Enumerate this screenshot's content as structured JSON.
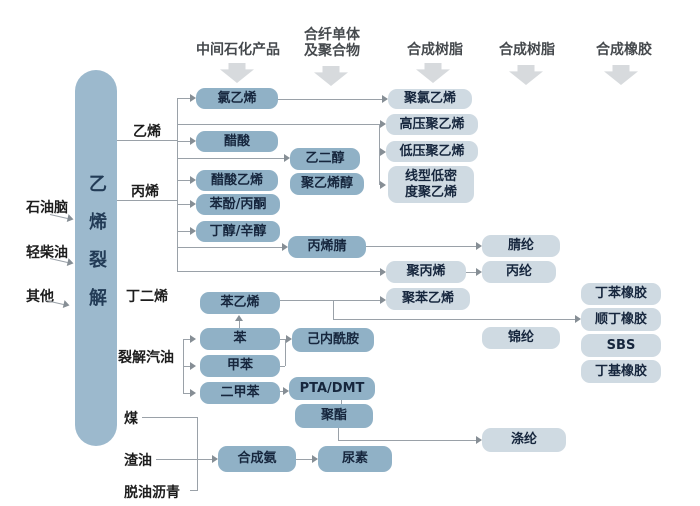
{
  "headers": {
    "h1": "中间石化产品",
    "h2": "合纤单体\n及聚合物",
    "h3": "合成树脂",
    "h4": "合成树脂",
    "h5": "合成橡胶"
  },
  "cracker_label": "乙烯裂解",
  "feeds": {
    "naphtha": "石油脑",
    "light_diesel": "轻柴油",
    "other": "其他",
    "coal": "煤",
    "residual_oil": "渣油",
    "deoiled_asphalt": "脱油沥青"
  },
  "branches": {
    "ethylene": "乙烯",
    "propylene": "丙烯",
    "butadiene": "丁二烯",
    "pygas": "裂解汽油"
  },
  "nodes": {
    "vcm": "氯乙烯",
    "acetic_acid": "醋酸",
    "vam": "醋酸乙烯",
    "phenol_acetone": "苯酚/丙酮",
    "butanol_octanol": "丁醇/辛醇",
    "styrene": "苯乙烯",
    "benzene": "苯",
    "toluene": "甲苯",
    "xylene": "二甲苯",
    "syn_ammonia": "合成氨",
    "meg": "乙二醇",
    "pva": "聚乙烯醇",
    "acrylonitrile": "丙烯腈",
    "caprolactam": "己内酰胺",
    "pta_dmt": "PTA/DMT",
    "polyester": "聚酯",
    "urea": "尿素",
    "pvc": "聚氯乙烯",
    "ldpe": "高压聚乙烯",
    "hdpe": "低压聚乙烯",
    "lldpe": "线型低密\n度聚乙烯",
    "pp": "聚丙烯",
    "ps": "聚苯乙烯",
    "acrylic_fiber": "腈纶",
    "pp_fiber": "丙纶",
    "nylon": "锦纶",
    "polyester_fiber": "涤纶",
    "sbr": "丁苯橡胶",
    "br": "顺丁橡胶",
    "sbs": "SBS",
    "butyl_rubber": "丁基橡胶"
  },
  "colors": {
    "pill": "#9cb9cd",
    "box_dark": "#90b1c6",
    "box_light": "#cfdae2",
    "line": "#9aa1a8",
    "header_arrow": "#d7dadd",
    "background": "#ffffff"
  }
}
